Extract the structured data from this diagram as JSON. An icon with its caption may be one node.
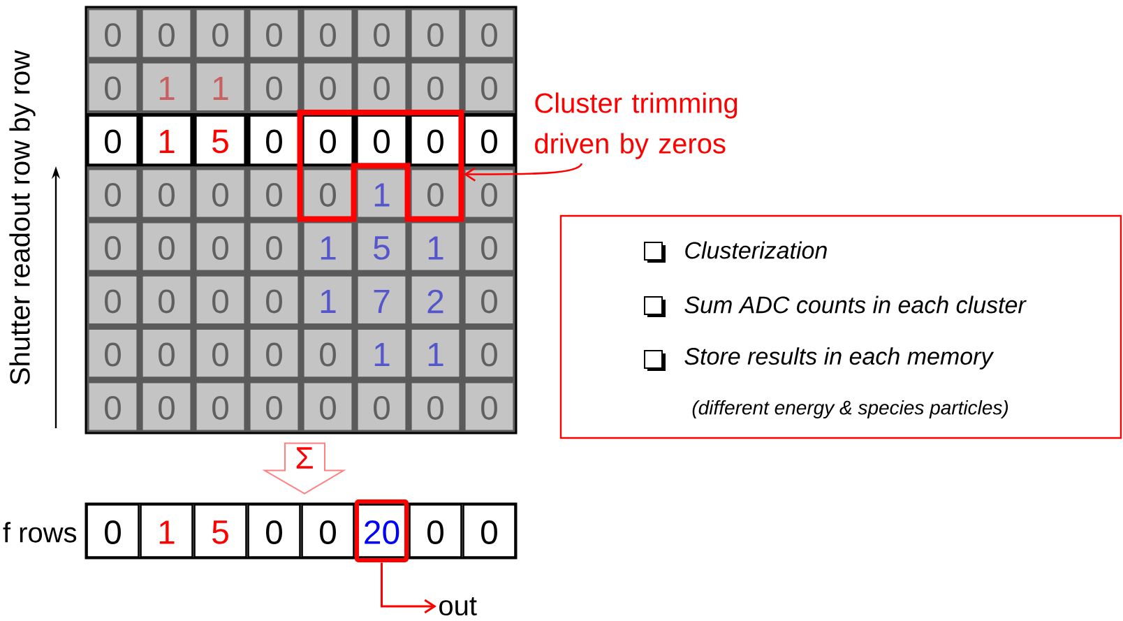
{
  "diagram": {
    "nodes": [
      {
        "text": [],
        "shape": "box"
      },
      {
        "text": [],
        "shape": "box",
        "in": 0
      },
      {
        "text": [
          "Cluster trimming driven by zeros"
        ]
      },
      {
        "text": [
          "Clusterization",
          "Sum ADC counts in each cluster",
          "Store results in each memory",
          "(different energy & species particles)"
        ]
      },
      {
        "text": [],
        "shape": "bar",
        "beside": [
          "f rows"
        ]
      },
      {
        "text": [
          "0"
        ],
        "in": 4
      },
      {
        "text": [
          "1"
        ],
        "in": 4
      },
      {
        "text": [
          "5"
        ],
        "in": 4
      },
      {
        "text": [
          "0"
        ],
        "in": 4
      },
      {
        "text": [
          "0"
        ],
        "in": 4
      },
      {
        "text": [
          "20"
        ],
        "in": 4
      },
      {
        "text": [
          "0"
        ],
        "in": 4
      },
      {
        "text": [
          "0"
        ],
        "in": 4
      },
      {
        "text": [
          "out"
        ]
      }
    ],
    "edges": [
      {
        "from": 2,
        "to": 1,
        "arrow": "to",
        "color": "#ff0000"
      },
      {
        "from": 0,
        "to": 4,
        "arrow": "to",
        "label": "Σ",
        "color": "#ff8080"
      },
      {
        "from": 10,
        "to": 13,
        "arrow": "to",
        "color": "#ff0000"
      }
    ],
    "labels": [
      "Shutter readout row by row",
      "0",
      "0",
      "0",
      "0",
      "0",
      "0",
      "0",
      "0",
      "0",
      "1",
      "1",
      "0",
      "0",
      "0",
      "0",
      "0",
      "0",
      "1",
      "5",
      "0",
      "0",
      "0",
      "0",
      "0",
      "0",
      "0",
      "0",
      "0",
      "0",
      "1",
      "0",
      "0",
      "0",
      "0",
      "0",
      "0",
      "1",
      "5",
      "1",
      "0",
      "0",
      "0",
      "0",
      "0",
      "1",
      "7",
      "2",
      "0",
      "0",
      "0",
      "0",
      "0",
      "0",
      "1",
      "1",
      "0",
      "0",
      "0",
      "0",
      "0",
      "0",
      "0",
      "0",
      "0"
    ]
  }
}
